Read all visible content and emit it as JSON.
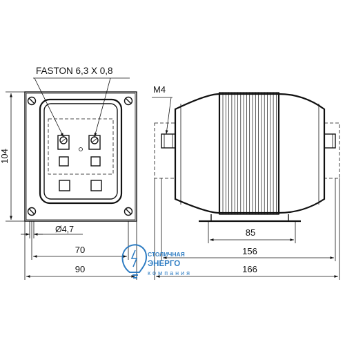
{
  "labels": {
    "faston": "FASTON 6,3 X 0,8",
    "thread": "M4",
    "height": "104",
    "hole": "Ø4,7",
    "width_inner": "70",
    "width_outer": "90",
    "core_width": "85",
    "body_length": "156",
    "total_length": "166"
  },
  "logo": {
    "line1": "СТОЛИЧНАЯ",
    "line2": "ЭНЕРГО",
    "line3": "компания",
    "color": "#1e73be"
  },
  "colors": {
    "line": "#111111",
    "background": "#ffffff"
  }
}
